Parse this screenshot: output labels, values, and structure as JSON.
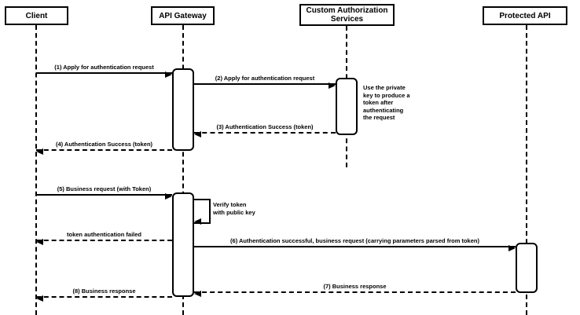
{
  "participants": [
    {
      "name": "Client"
    },
    {
      "name": "API Gateway"
    },
    {
      "name": "Custom Authorization Services"
    },
    {
      "name": "Protected API"
    }
  ],
  "messages": [
    {
      "label": "(1) Apply for authentication request",
      "from": "Client",
      "to": "API Gateway",
      "line": "solid",
      "direction": "right"
    },
    {
      "label": "(2) Apply for authentication request",
      "from": "API Gateway",
      "to": "Custom Authorization Services",
      "line": "solid",
      "direction": "right"
    },
    {
      "label": "(3) Authentication Success (token)",
      "from": "Custom Authorization Services",
      "to": "API Gateway",
      "line": "dashed",
      "direction": "left"
    },
    {
      "label": "(4) Authentication Success (token)",
      "from": "API Gateway",
      "to": "Client",
      "line": "dashed",
      "direction": "left"
    },
    {
      "label": "(5) Business request (with Token)",
      "from": "Client",
      "to": "API Gateway",
      "line": "solid",
      "direction": "right"
    },
    {
      "label": "token authentication failed",
      "from": "API Gateway",
      "to": "Client",
      "line": "dashed",
      "direction": "left"
    },
    {
      "label": "(6) Authentication successful, business request (carrying parameters parsed from token)",
      "from": "API Gateway",
      "to": "Protected API",
      "line": "solid",
      "direction": "right"
    },
    {
      "label": "(7) Business response",
      "from": "Protected API",
      "to": "API Gateway",
      "line": "dashed",
      "direction": "left"
    },
    {
      "label": "(8) Business response",
      "from": "API Gateway",
      "to": "Client",
      "line": "dashed",
      "direction": "left"
    }
  ],
  "self_message": {
    "label": "Verify token\nwith public key",
    "on": "API Gateway"
  },
  "note": {
    "text": "Use the private\nkey to produce a\ntoken after\nauthenticating\nthe request",
    "attached_to": "Custom Authorization Services"
  },
  "colors": {
    "stroke": "#000000",
    "fill": "#ffffff",
    "background": "#ffffff"
  }
}
